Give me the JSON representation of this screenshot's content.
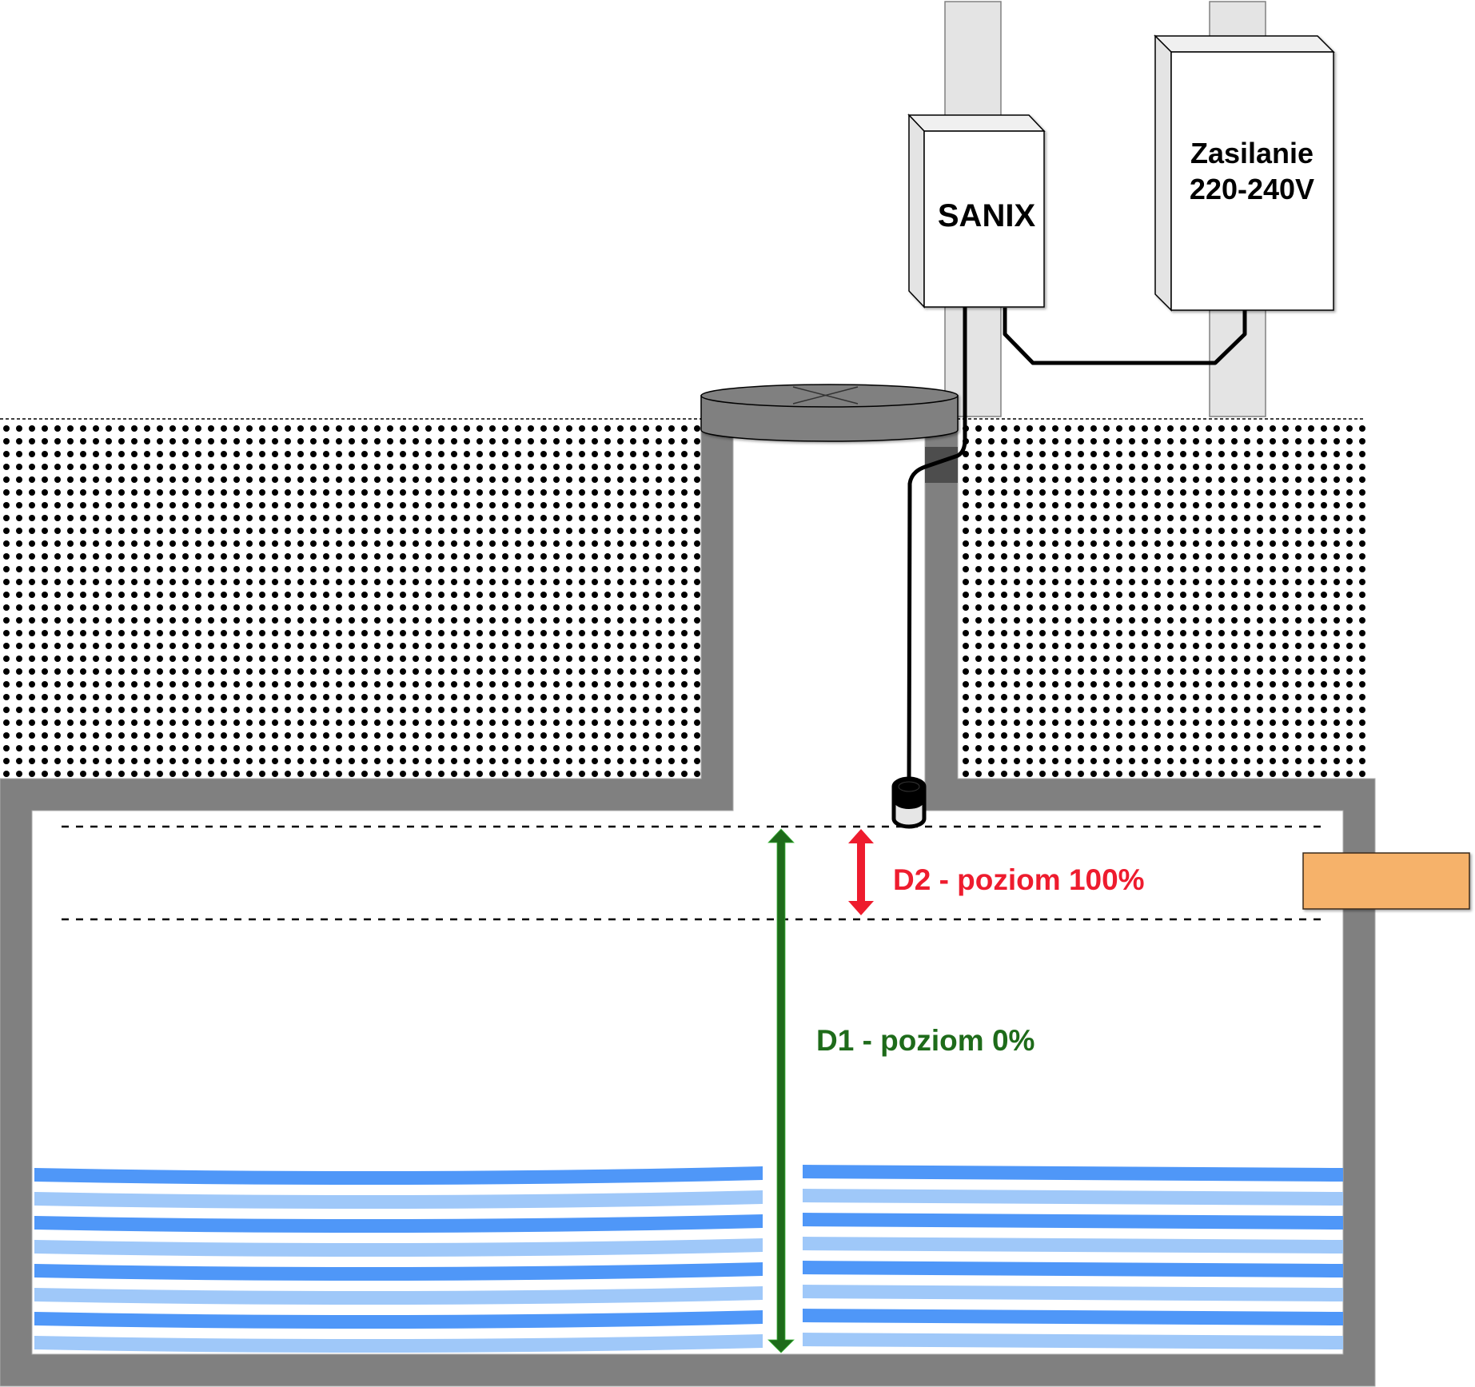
{
  "title": "SANIX tank level sensor installation diagram",
  "devices": {
    "controller": {
      "label": "SANIX"
    },
    "power_supply": {
      "label_line1": "Zasilanie",
      "label_line2": "220-240V"
    }
  },
  "measurements": {
    "d1": {
      "label": "D1 - poziom 0%",
      "color": "#1E6B1A"
    },
    "d2": {
      "label": "D2 - poziom 100%",
      "color": "#EE1C2E"
    }
  },
  "colors": {
    "tank_wall": "#808080",
    "gland": "#4D4D4D",
    "pole": "#E4E4E4",
    "inlet_pipe": "#F6B26B",
    "water_dark": "#4F97F8",
    "water_light": "#9FC8F9",
    "soil_dot": "#000000"
  },
  "water": {
    "stripe_count": 8
  }
}
